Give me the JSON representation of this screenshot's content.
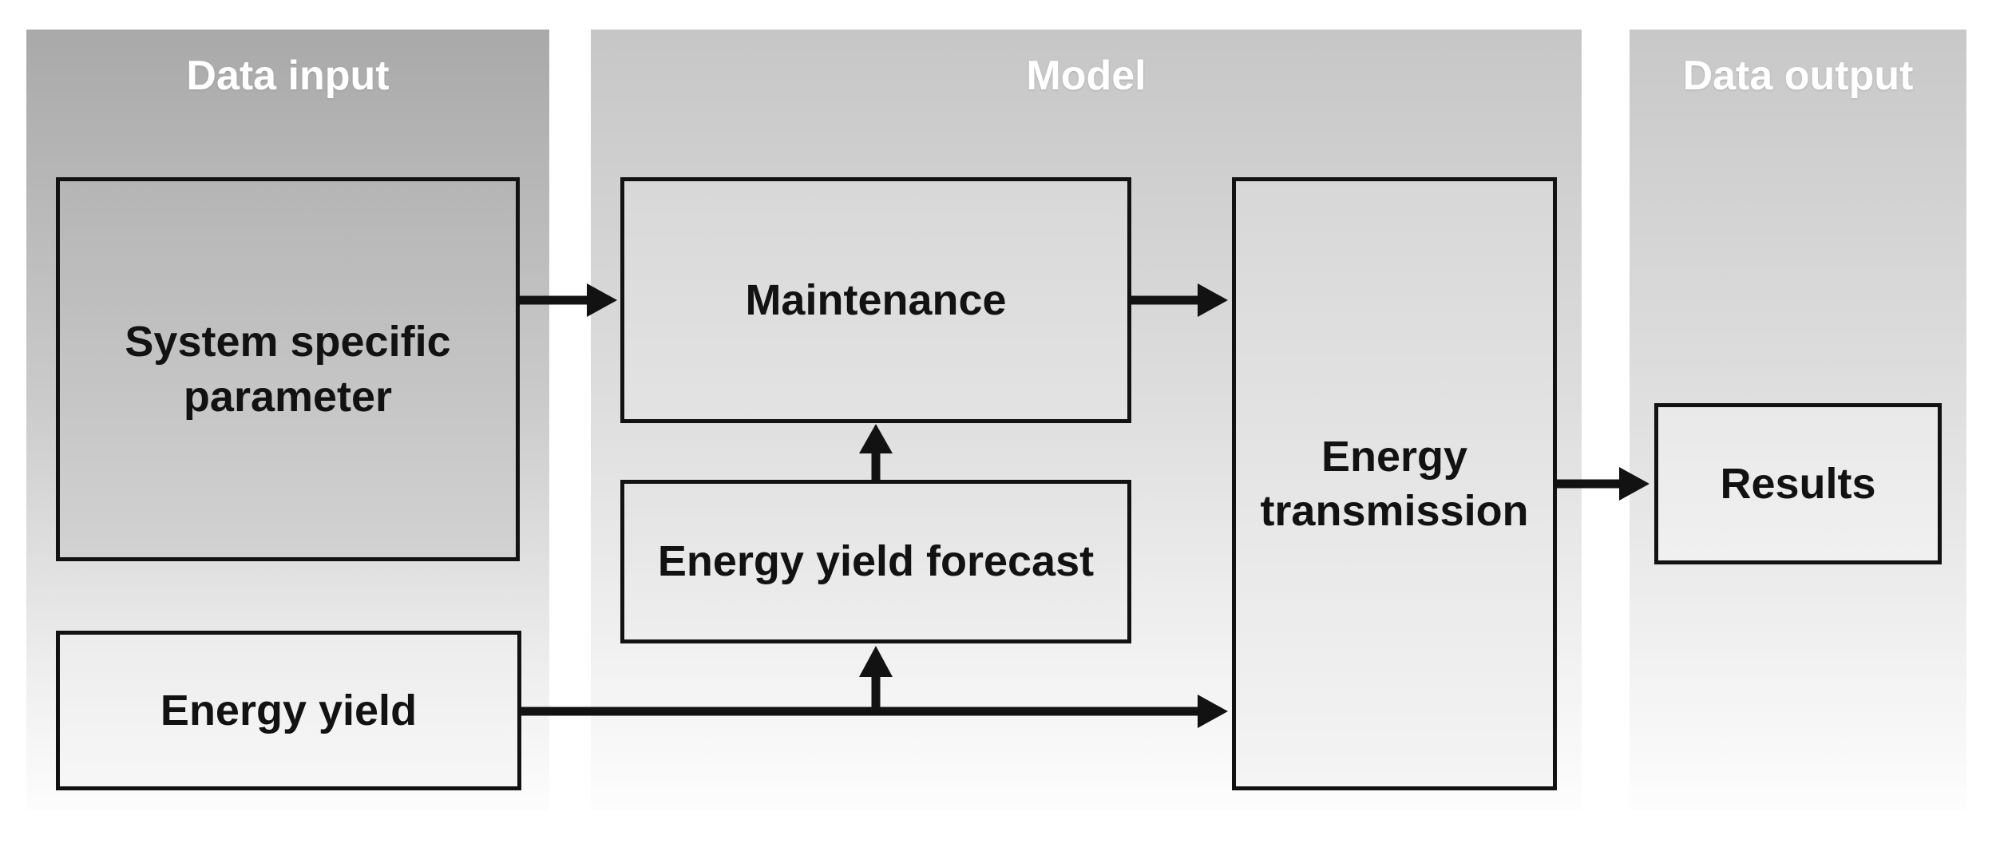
{
  "panels": [
    {
      "id": "data-input",
      "label": "Data input"
    },
    {
      "id": "model",
      "label": "Model"
    },
    {
      "id": "data-output",
      "label": "Data output"
    }
  ],
  "nodes": [
    {
      "id": "system-specific-parameter",
      "label": "System specific parameter",
      "panel": "data-input"
    },
    {
      "id": "energy-yield",
      "label": "Energy yield",
      "panel": "data-input"
    },
    {
      "id": "maintenance",
      "label": "Maintenance",
      "panel": "model"
    },
    {
      "id": "energy-yield-forecast",
      "label": "Energy yield forecast",
      "panel": "model"
    },
    {
      "id": "energy-transmission",
      "label": "Energy transmission",
      "panel": "model"
    },
    {
      "id": "results",
      "label": "Results",
      "panel": "data-output"
    }
  ],
  "edges": [
    {
      "from": "system-specific-parameter",
      "to": "maintenance"
    },
    {
      "from": "maintenance",
      "to": "energy-transmission"
    },
    {
      "from": "energy-yield-forecast",
      "to": "maintenance"
    },
    {
      "from": "energy-yield",
      "to": "energy-yield-forecast"
    },
    {
      "from": "energy-yield",
      "to": "energy-transmission"
    },
    {
      "from": "energy-transmission",
      "to": "results"
    }
  ],
  "colors": {
    "canvas_bg": "#ffffff",
    "panel_input_top": "#a9a9a9",
    "panel_input_mid": "#cbcbcb",
    "panel_model_top": "#c6c6c6",
    "panel_model_mid": "#dedede",
    "panel_output_top": "#c8c8c8",
    "panel_output_mid": "#dfdfdf",
    "panel_fade_bottom": "#fdfdfd",
    "header_text": "#ffffff",
    "box_border": "#121212",
    "box_text": "#121212",
    "arrow": "#121212",
    "box_ssp_top": "#b5b5b5",
    "box_ssp_bottom": "#d2d2d2",
    "box_ey_top": "#ececec",
    "box_ey_bottom": "#f7f7f7",
    "box_maint_top": "#d8d8d8",
    "box_maint_bottom": "#e3e3e3",
    "box_eyf_top": "#e3e3e3",
    "box_eyf_bottom": "#eeeeee",
    "box_et_top": "#d7d7d7",
    "box_et_bottom": "#f4f4f4",
    "box_results_top": "#e9e9e9",
    "box_results_bottom": "#f0f0f0"
  }
}
